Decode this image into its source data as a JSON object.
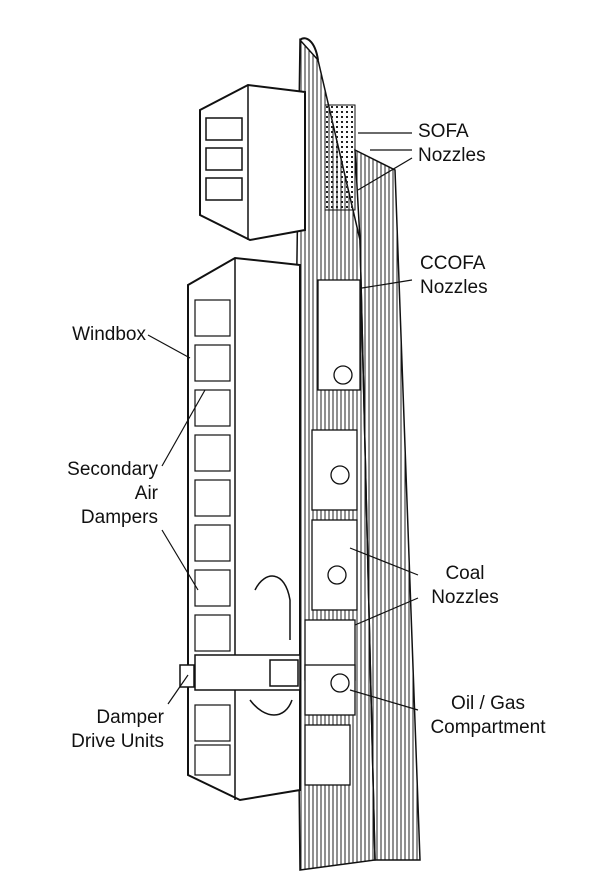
{
  "labels": {
    "sofa": [
      "SOFA",
      "Nozzles"
    ],
    "ccofa": [
      "CCOFA",
      "Nozzles"
    ],
    "windbox": [
      "Windbox"
    ],
    "secondary_air": [
      "Secondary",
      "Air",
      "Dampers"
    ],
    "coal": [
      "Coal",
      "Nozzles"
    ],
    "oil_gas": [
      "Oil / Gas",
      "Compartment"
    ],
    "damper_drive": [
      "Damper",
      "Drive Units"
    ]
  },
  "colors": {
    "ink": "#111111",
    "paper": "#ffffff"
  }
}
